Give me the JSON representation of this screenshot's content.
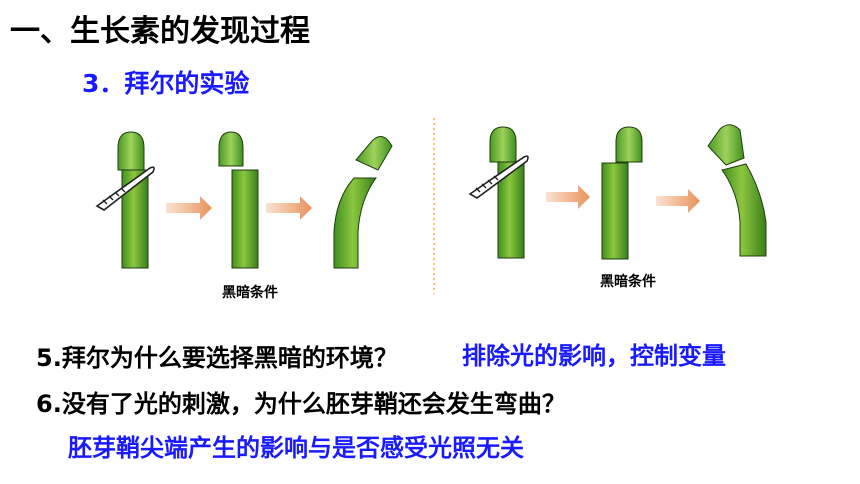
{
  "heading": {
    "title": "一、生长素的发现过程",
    "subtitle": "3．拜尔的实验"
  },
  "experiments": [
    {
      "condition_label": "黑暗条件"
    },
    {
      "condition_label": "黑暗条件"
    }
  ],
  "questions": [
    {
      "question": "5.拜尔为什么要选择黑暗的环境？",
      "answer": "排除光的影响，控制变量"
    },
    {
      "question": "6.没有了光的刺激，为什么胚芽鞘还会发生弯曲？",
      "answer": "胚芽鞘尖端产生的影响与是否感受光照无关"
    }
  ],
  "colors": {
    "stem": "#3f8f1f",
    "stem_light": "#8cc63f",
    "arrow": "#e8935a",
    "accent": "#1a1aff",
    "divider": "#e8b54a"
  }
}
